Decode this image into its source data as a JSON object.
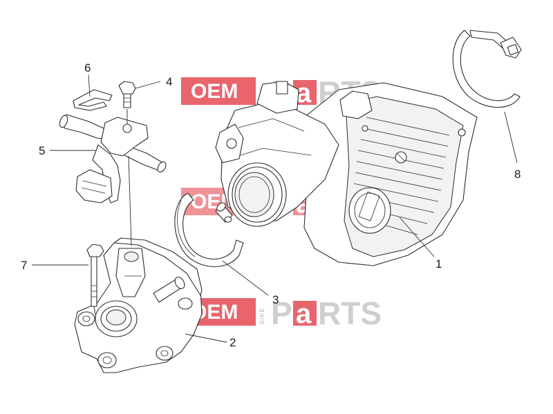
{
  "watermark": {
    "oem": "OEM",
    "bike": "BIKE",
    "p": "P",
    "a": "a",
    "rts": "RTS",
    "color_red": "#e0323c"
  },
  "callouts": {
    "c1": "1",
    "c2": "2",
    "c3": "3",
    "c4": "4",
    "c5": "5",
    "c6": "6",
    "c7": "7",
    "c8": "8"
  }
}
